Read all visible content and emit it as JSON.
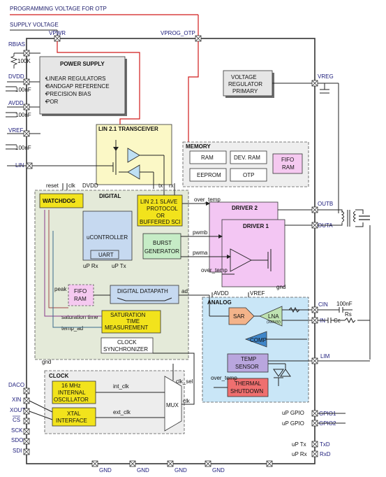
{
  "labels": {
    "programming_voltage": "PROGRAMMING VOLTAGE FOR OTP",
    "supply_voltage": "SUPPLY VOLTAGE"
  },
  "pins": {
    "vpwr": "VPWR",
    "vprog_otp": "VPROG_OTP",
    "rbias": "RBIAS",
    "dvdd": "DVDD",
    "avdd": "AVDD",
    "vref": "VREF",
    "lin": "LIN",
    "vreg": "VREG",
    "outb": "OUTB",
    "outa": "OUTA",
    "cin": "CIN",
    "in": "IN",
    "lim": "LIM",
    "daco": "DACO",
    "xin": "XIN",
    "xout": "XOUT",
    "cs": "CS",
    "sck": "SCK",
    "sdo": "SDO",
    "sdi": "SDI",
    "gpio1": "GPIO1",
    "gpio2": "GPIO2",
    "txd": "TxD",
    "rxd": "RxD",
    "gnd": "GND"
  },
  "components": {
    "r_100k": "100K",
    "c_100nf": "100nF",
    "c_100nf_cin": "100nF",
    "cc": "Cc",
    "rs": "Rs"
  },
  "blocks": {
    "power_supply": {
      "title": "POWER SUPPLY",
      "items": [
        "LINEAR REGULATORS",
        "BANDGAP REFERENCE",
        "PRECISION BIAS",
        "POR"
      ]
    },
    "voltage_regulator": [
      "VOLTAGE",
      "REGULATOR",
      "PRIMARY"
    ],
    "lin_transceiver": "LIN 2.1 TRANSCEIVER",
    "memory": {
      "title": "MEMORY",
      "ram": "RAM",
      "dev_ram": "DEV. RAM",
      "eeprom": "EEPROM",
      "otp": "OTP",
      "fifo_ram": [
        "FIFO",
        "RAM"
      ]
    },
    "digital": "DIGITAL",
    "watchdog": "WATCHDOG",
    "lin_slave": [
      "LIN 2.1 SLAVE",
      "PROTOCOL",
      "OR",
      "BUFFERED SCI"
    ],
    "ucontroller": "uCONTROLLER",
    "uart": "UART",
    "burst_generator": [
      "BURST",
      "GENERATOR"
    ],
    "driver2": "DRIVER 2",
    "driver1": "DRIVER 1",
    "fifo_ram": [
      "FIFO",
      "RAM"
    ],
    "digital_datapath": "DIGITAL DATAPATH",
    "saturation": [
      "SATURATION",
      "TIME",
      "MEASUREMENT"
    ],
    "clock_sync": [
      "CLOCK",
      "SYNCHRONIZER"
    ],
    "analog": "ANALOG",
    "sar": "SAR",
    "lna": "LNA",
    "lna_sub": "(300V/V)",
    "comp": "COMP",
    "temp_sensor": [
      "TEMP",
      "SENSOR"
    ],
    "thermal_shutdown": [
      "THERMAL",
      "SHUTDOWN"
    ],
    "clock": "CLOCK",
    "internal_osc": [
      "16 MHz",
      "INTERNAL",
      "OSCILLATOR"
    ],
    "xtal": [
      "XTAL",
      "INTERFACE"
    ],
    "mux": "MUX"
  },
  "signals": {
    "reset": "reset",
    "clk": "clk",
    "dvdd": "DVDD",
    "tx": "tx",
    "rx": "rx",
    "over_temp": "over_temp",
    "pwmb": "pwmb",
    "pwma": "pwma",
    "over_temp2": "over_temp",
    "gnd": "gnd",
    "up_rx": "uP Rx",
    "up_tx": "uP Tx",
    "peak": "peak",
    "ad": "ad",
    "avdd": "AVDD",
    "vref": "VREF",
    "saturation_time": "saturation time",
    "temp_ad": "temp_ad",
    "gnd_digital": "gnd",
    "clk_sel": "clk_sel",
    "int_clk": "int_clk",
    "ext_clk": "ext_clk",
    "clk_out": "clk",
    "over_temp3": "over_temp",
    "up_gpio1": "uP GPIO",
    "up_gpio2": "uP GPIO",
    "up_tx_pin": "uP Tx",
    "up_rx_pin": "uP Rx"
  },
  "colors": {
    "pin_label": "#1a1a7a",
    "supply_line": "#d01a1a",
    "power_fill": "#e6e6e6",
    "lin_fill": "#fbf8c6",
    "watchdog_fill": "#f2e31c",
    "digital_fill": "#e4ead9",
    "uc_fill": "#c6d9f0",
    "burst_fill": "#c6ecc6",
    "driver_fill": "#f3c6f3",
    "analog_fill": "#c9e6f7",
    "sar_fill": "#f3b38a",
    "lna_fill": "#bfe3b2",
    "comp_fill": "#3f86c9",
    "temp_fill": "#b9a6de",
    "thermal_fill": "#ef6f6f",
    "fifo_fill": "#f5c9f0"
  }
}
